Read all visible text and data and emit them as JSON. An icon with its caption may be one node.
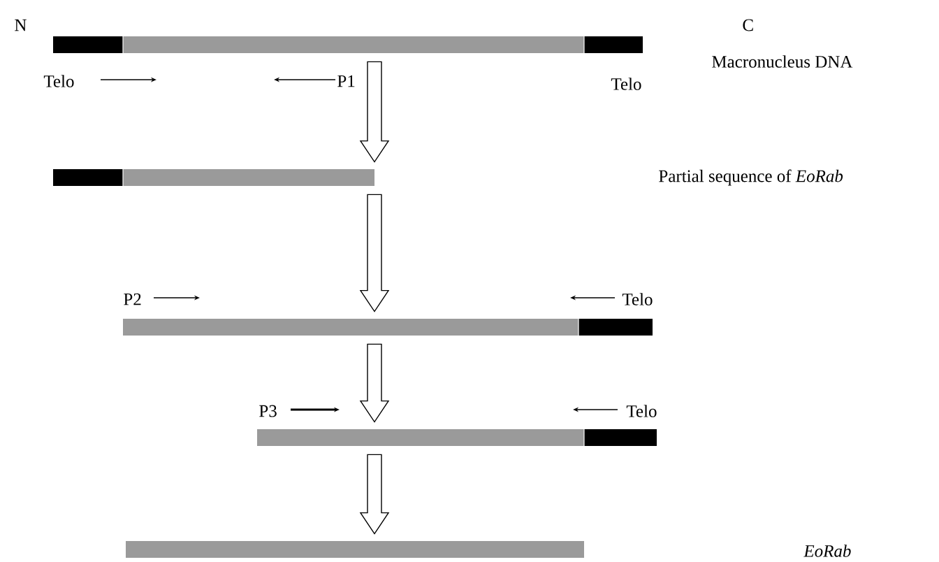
{
  "diagram": {
    "nodes": [
      {
        "text": [],
        "shape": "bar"
      },
      {
        "text": [],
        "shape": "bar"
      },
      {
        "text": [],
        "shape": "bar"
      },
      {
        "text": [],
        "shape": "bar"
      },
      {
        "text": [],
        "shape": "bar"
      }
    ],
    "edges": [
      {
        "from": 0,
        "to": 1,
        "arrow": "to"
      },
      {
        "from": 1,
        "to": 2,
        "arrow": "to"
      },
      {
        "from": 2,
        "to": 3,
        "arrow": "to"
      },
      {
        "from": 3,
        "to": 4,
        "arrow": "to"
      }
    ],
    "labels": [
      "N",
      "C",
      "Macronucleus DNA",
      "Telo",
      "P1",
      "Telo",
      "Partial sequence of *EoRab*",
      "P2",
      "Telo",
      "P3",
      "Telo",
      "EoRab"
    ]
  }
}
